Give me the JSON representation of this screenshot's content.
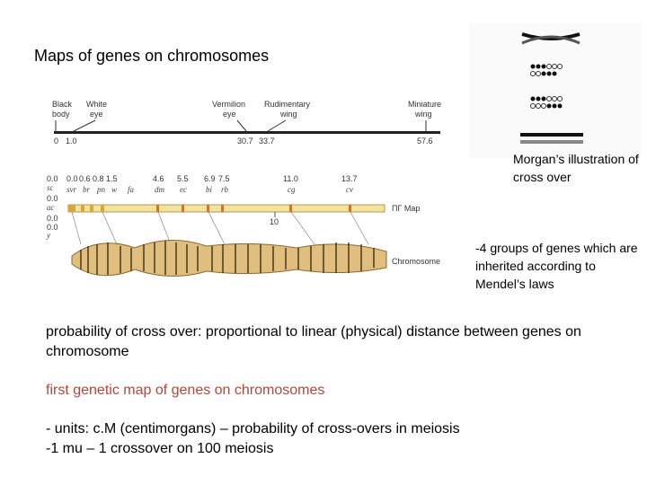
{
  "slide": {
    "title": "Maps of genes on chromosomes",
    "morgan_caption": "Morgan’s illustration of cross over",
    "groups_note": "-4 groups of genes which are inherited according to Mendel’s laws",
    "probability_text": "probability of cross over: proportional to linear (physical) distance between genes on chromosome",
    "first_map_text": "first genetic map of genes on chromosomes",
    "units_line1": "- units: c.M (centimorgans) – probability of cross-overs in meiosis",
    "units_line2": "-1 mu – 1 crossover on 100 meiosis",
    "accent_color": "#b4463a"
  },
  "gene_map": {
    "genes": [
      {
        "name": "Black body",
        "position": "0"
      },
      {
        "name": "White eye",
        "position": "1.0"
      },
      {
        "name": "Vermilion eye",
        "position": "30.7"
      },
      {
        "name": "Rudimentary wing",
        "position": "33.7"
      },
      {
        "name": "Miniature wing",
        "position": "57.6"
      }
    ],
    "label_black": "Black",
    "label_body": "body",
    "label_white": "White",
    "label_eye1": "eye",
    "label_vermilion": "Vermilion",
    "label_eye2": "eye",
    "label_rudimentary": "Rudimentary",
    "label_wing1": "wing",
    "label_miniature": "Miniature",
    "label_wing2": "wing",
    "pos_0": "0",
    "pos_1": "1.0",
    "pos_30": "30.7",
    "pos_33": "33.7",
    "pos_57": "57.6"
  },
  "polytene": {
    "left_vals": [
      "0.0",
      "0.0",
      "0.0",
      "0.0"
    ],
    "left_names": [
      "sc",
      "ac",
      "y"
    ],
    "top_vals": [
      "0.0",
      "0.6",
      "0.8",
      "1.5",
      "4.6",
      "5.5",
      "6.9",
      "7.5",
      "11.0",
      "13.7"
    ],
    "top_names": [
      "svr",
      "br",
      "pn",
      "w",
      "fa",
      "dm",
      "ec",
      "bi",
      "rb",
      "cg",
      "cv"
    ],
    "scale_label": "10",
    "map_label": "ПГ Map",
    "chromosome_label": "Chromosome"
  }
}
